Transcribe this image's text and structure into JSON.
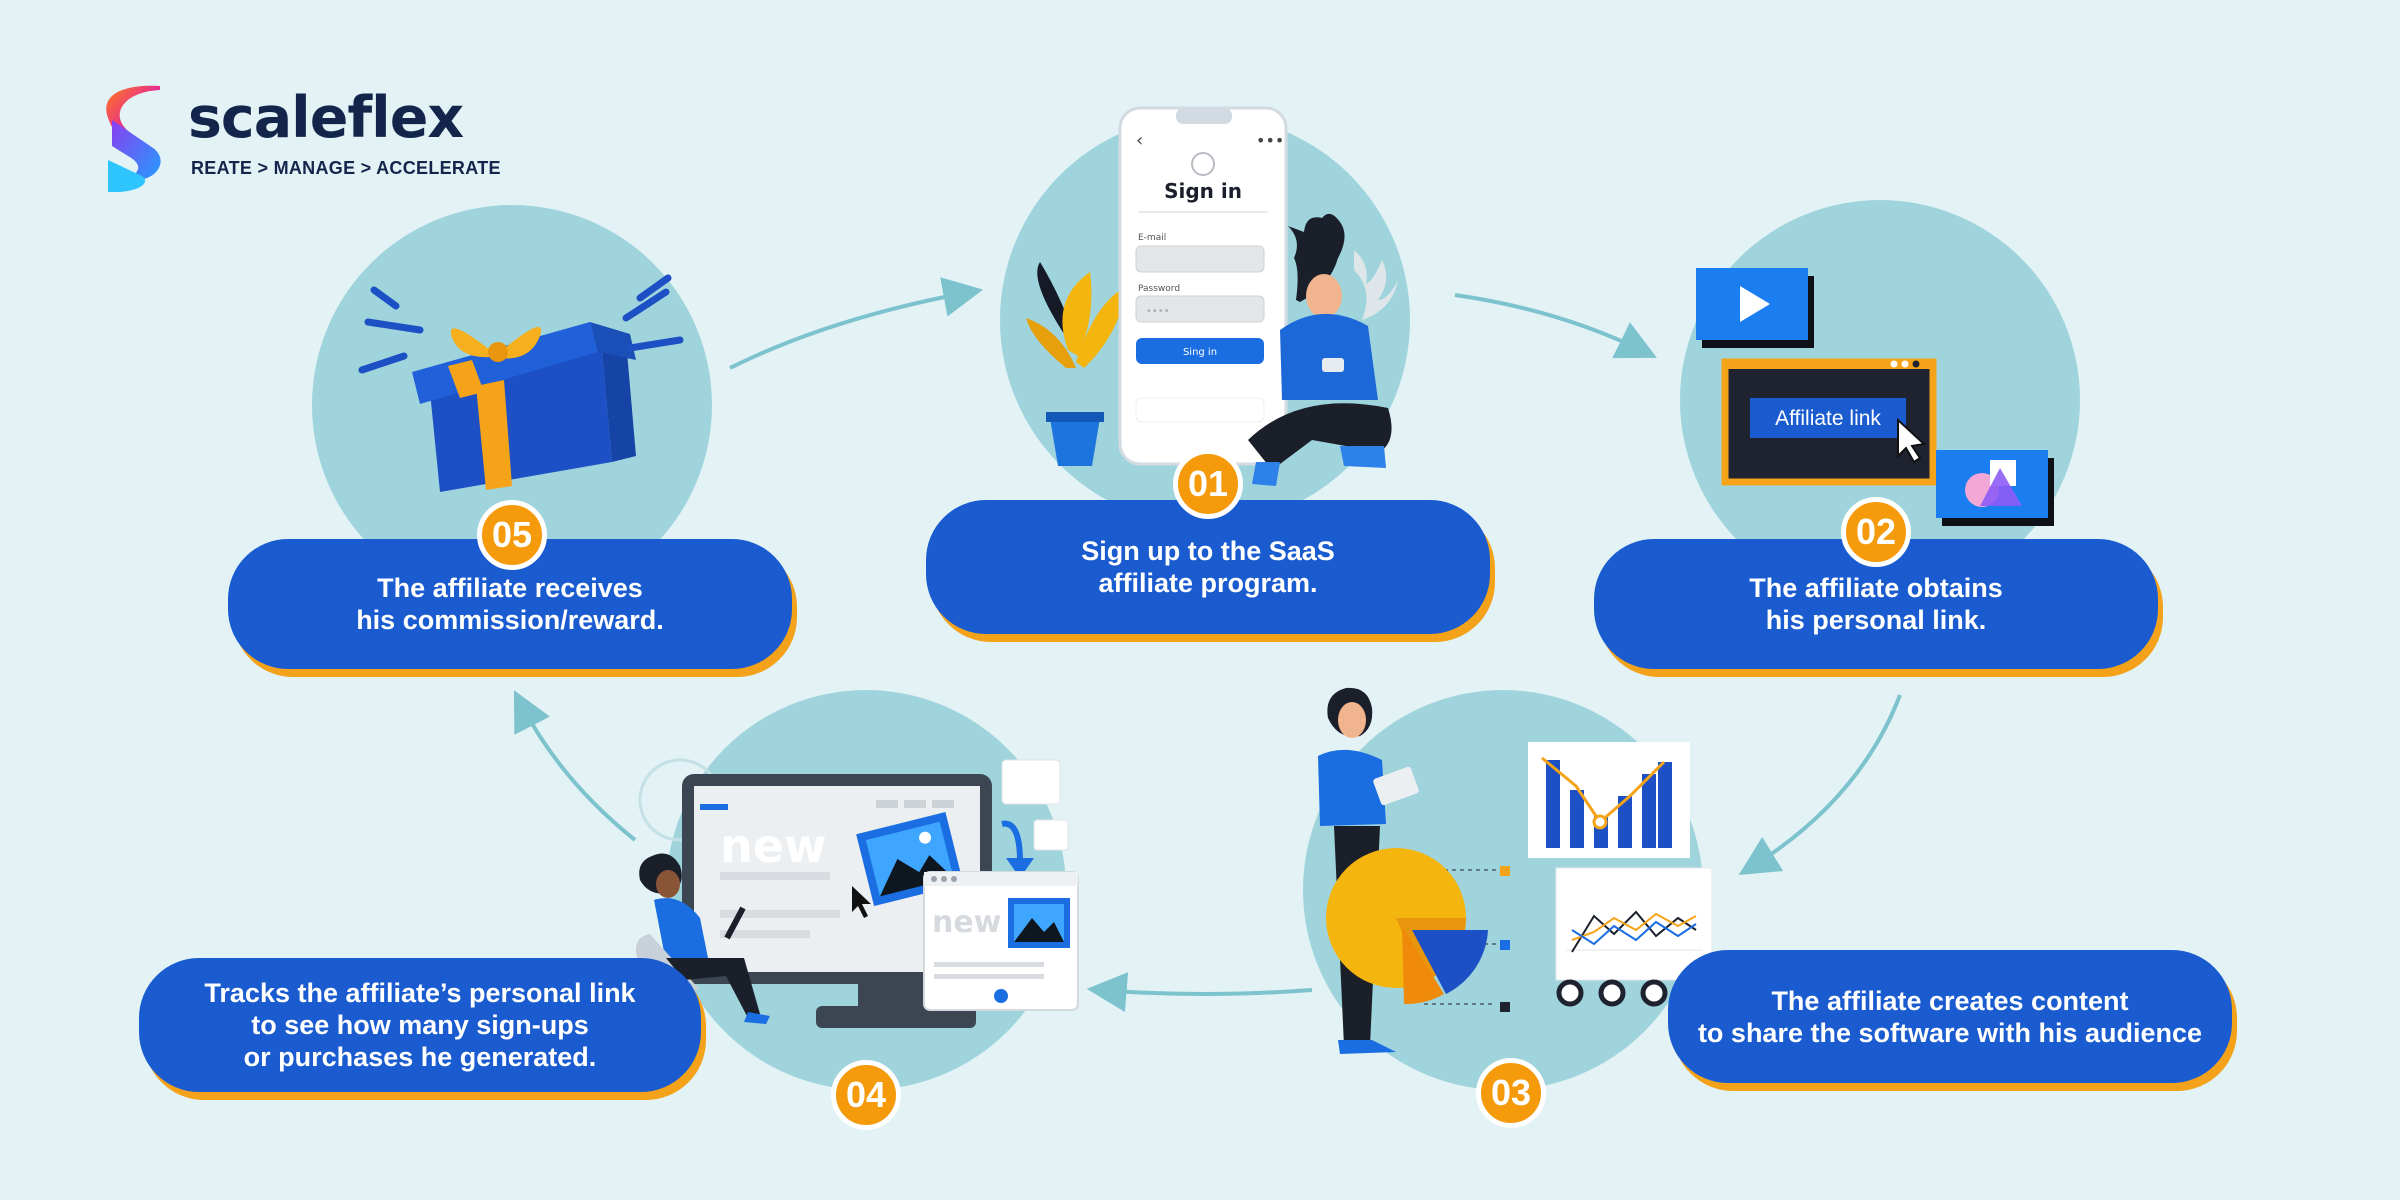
{
  "brand": {
    "name": "scaleflex",
    "tagline": "REATE > MANAGE > ACCELERATE"
  },
  "steps": [
    {
      "number": "01",
      "text": "Sign up to the SaaS\naffiliate program."
    },
    {
      "number": "02",
      "text": "The affiliate obtains\nhis personal link."
    },
    {
      "number": "03",
      "text": "The affiliate creates content\nto share the software with his audience"
    },
    {
      "number": "04",
      "text": "Tracks the affiliate’s personal link\nto see how many sign-ups\nor purchases he generated."
    },
    {
      "number": "05",
      "text": "The affiliate receives\nhis commission/reward."
    }
  ],
  "illustrations": {
    "signin": {
      "title": "Sign in",
      "email_label": "E-mail",
      "password_label": "Password",
      "password_mask": "••••",
      "button": "Sing in"
    },
    "affiliate_link": {
      "label": "Affiliate link"
    },
    "browser": {
      "word_large": "new",
      "word_small": "new"
    }
  },
  "colors": {
    "background": "#e2f2f5",
    "circle": "#9fd4dc",
    "pill": "#1a5cd0",
    "pill_shadow": "#f4a21a",
    "badge": "#f49a0b",
    "brand_text": "#13254b"
  }
}
